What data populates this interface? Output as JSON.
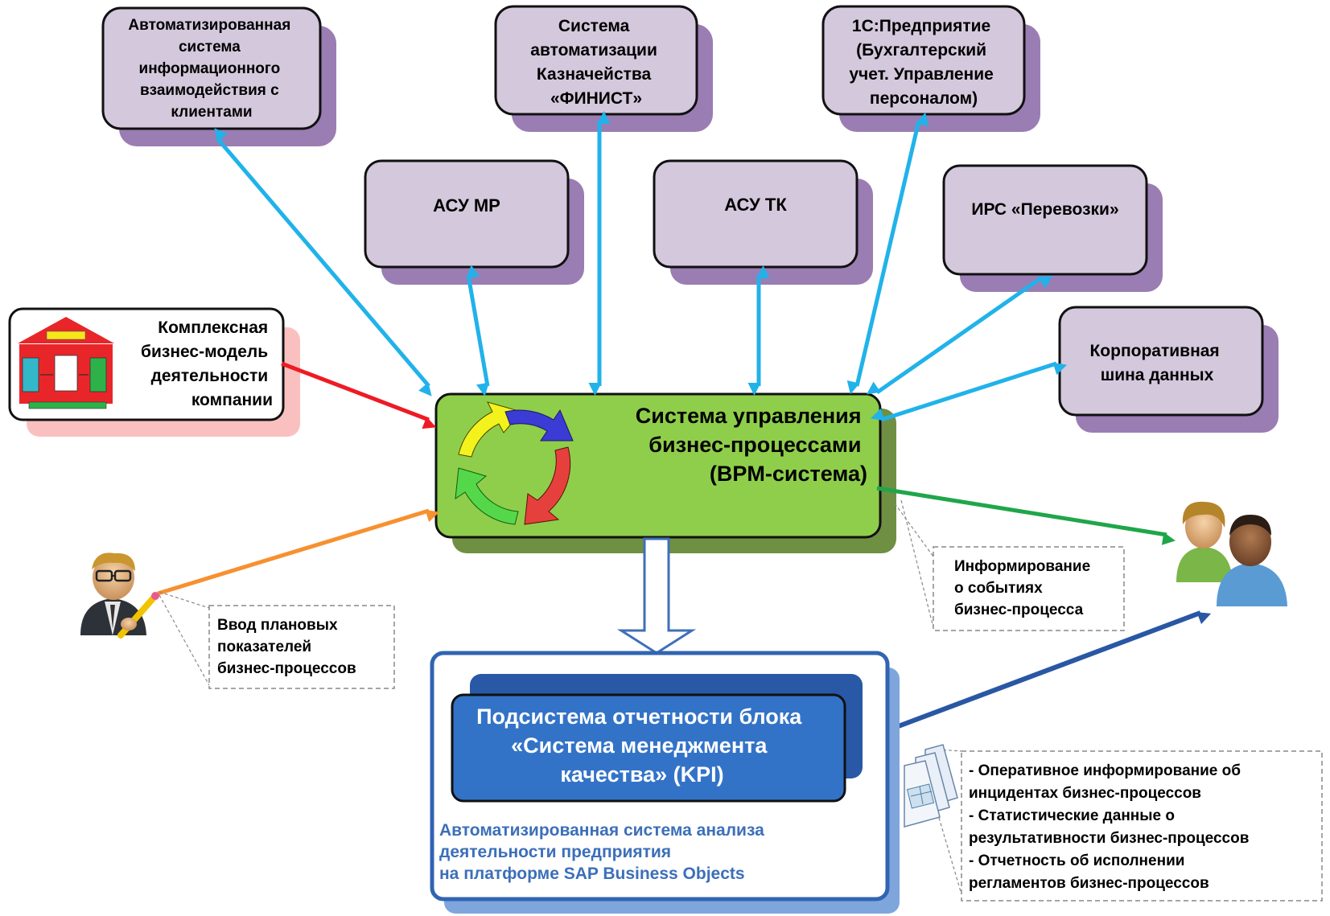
{
  "diagram": {
    "systems": {
      "client_interaction": {
        "lines": [
          "Автоматизированная",
          "система",
          "информационного",
          "взаимодействия с",
          "клиентами"
        ]
      },
      "finist": {
        "lines": [
          "Система",
          "автоматизации",
          "Казначейства",
          "«ФИНИСТ»"
        ]
      },
      "onec": {
        "lines": [
          "1С:Предприятие",
          "(Бухгалтерский",
          "учет. Управление",
          "персоналом)"
        ]
      },
      "asu_mr": {
        "lines": [
          "АСУ МР"
        ]
      },
      "asu_tk": {
        "lines": [
          "АСУ ТК"
        ]
      },
      "irs": {
        "lines": [
          "ИРС «Перевозки»"
        ]
      },
      "bus": {
        "lines": [
          "Корпоративная",
          "шина данных"
        ]
      }
    },
    "business_model": {
      "lines": [
        "Комплексная",
        "бизнес-модель",
        "деятельности",
        "компании"
      ]
    },
    "bpm": {
      "lines": [
        "Система управления",
        "бизнес-процессами",
        "(BPM-система)"
      ]
    },
    "events_note": {
      "lines": [
        "Информирование",
        "о событиях",
        "бизнес-процесса"
      ]
    },
    "input_note": {
      "lines": [
        "Ввод плановых",
        "показателей",
        "бизнес-процессов"
      ]
    },
    "kpi": {
      "lines": [
        "Подсистема отчетности блока",
        "«Система менеджмента",
        "качества» (KPI)"
      ]
    },
    "analysis": {
      "lines": [
        "Автоматизированная система анализа",
        "деятельности предприятия",
        "на платформе SAP Business Objects"
      ]
    },
    "reports_note": {
      "lines": [
        "- Оперативное информирование об",
        "инцидентах бизнес-процессов",
        "- Статистические данные о",
        "результативности бизнес-процессов",
        "- Отчетность об исполнении",
        "регламентов бизнес-процессов"
      ]
    },
    "colors": {
      "system_fill": "#d4c8dc",
      "system_shadow": "#9a7db3",
      "bpm_fill": "#8fce4a",
      "bpm_shadow": "#6f8f42",
      "kpi_fill": "#3373c7",
      "arrow_blue": "#21b2ea",
      "arrow_red": "#ee1b24",
      "arrow_orange": "#f7902f",
      "arrow_green": "#1fa64a",
      "arrow_darkblue": "#2957a4",
      "analysis_text": "#3c6fb9"
    }
  }
}
